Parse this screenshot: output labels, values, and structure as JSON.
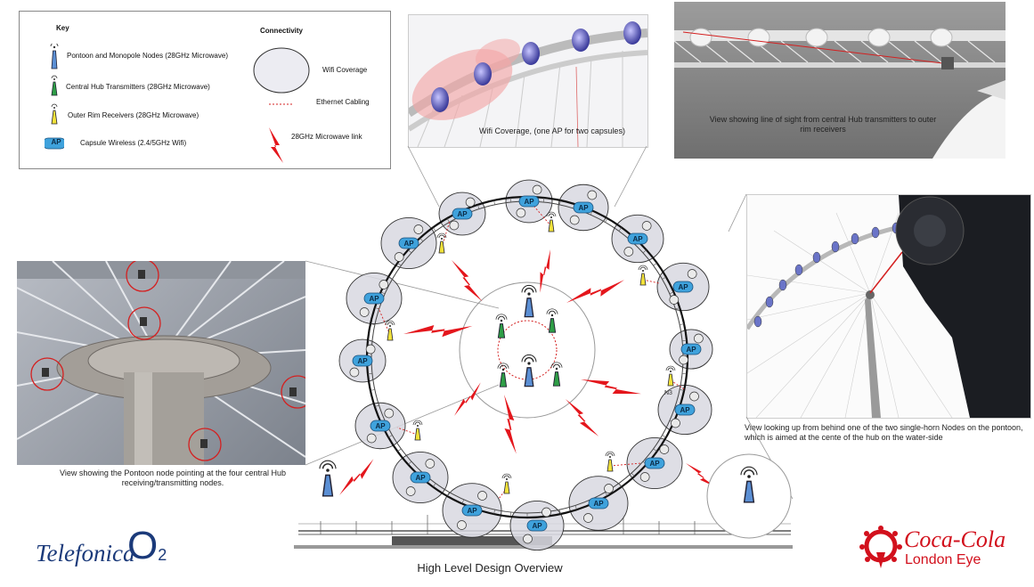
{
  "key": {
    "title": "Key",
    "items": [
      {
        "label": "Pontoon and Monopole Nodes (28GHz Microwave)",
        "icon": "blue-node-icon",
        "color": "#5b8fd4"
      },
      {
        "label": "Central Hub Transmitters (28GHz Microwave)",
        "icon": "green-node-icon",
        "color": "#2e9e46"
      },
      {
        "label": "Outer Rim Receivers (28GHz Microwave)",
        "icon": "yellow-node-icon",
        "color": "#f2e23a"
      },
      {
        "label": "Capsule Wireless (2.4/5GHz Wifi)",
        "icon": "ap-badge-icon",
        "badge": "AP",
        "color": "#3fa2dc"
      }
    ]
  },
  "connectivity": {
    "title": "Connectivity",
    "items": [
      {
        "label": "Wifi Coverage",
        "icon": "wifi-coverage-icon"
      },
      {
        "label": "Ethernet Cabling",
        "icon": "ethernet-cabling-icon",
        "color": "#d42020"
      },
      {
        "label": "28GHz Microwave link",
        "icon": "microwave-link-icon",
        "color": "#e4161c"
      }
    ]
  },
  "captions": {
    "wifi_coverage": "Wifi Coverage, (one AP for two capsules)",
    "line_of_sight": "View showing line of sight from central Hub transmitters to outer rim receivers",
    "pontoon_node": "View showing the Pontoon node pointing at the four central Hub receiving/transmitting nodes.",
    "looking_up": "View looking up from behind one of the two single-horn Nodes on the pontoon, which is aimed at the cente of the hub on the water-side"
  },
  "diagram": {
    "ap_label": "AP",
    "capsule_tag": "N3"
  },
  "footer": {
    "title": "High Level Design Overview",
    "telefonica": "Telefonica",
    "o2": "O",
    "o2_sub": "2",
    "coca_cola": "Coca-Cola",
    "london_eye": "London Eye"
  },
  "colors": {
    "microwave": "#e4161c",
    "ethernet": "#d42020",
    "ap_badge": "#3fa2dc",
    "capsule": "#d8d8e0",
    "brand_blue": "#1b3a7a",
    "brand_red": "#d2101c"
  }
}
